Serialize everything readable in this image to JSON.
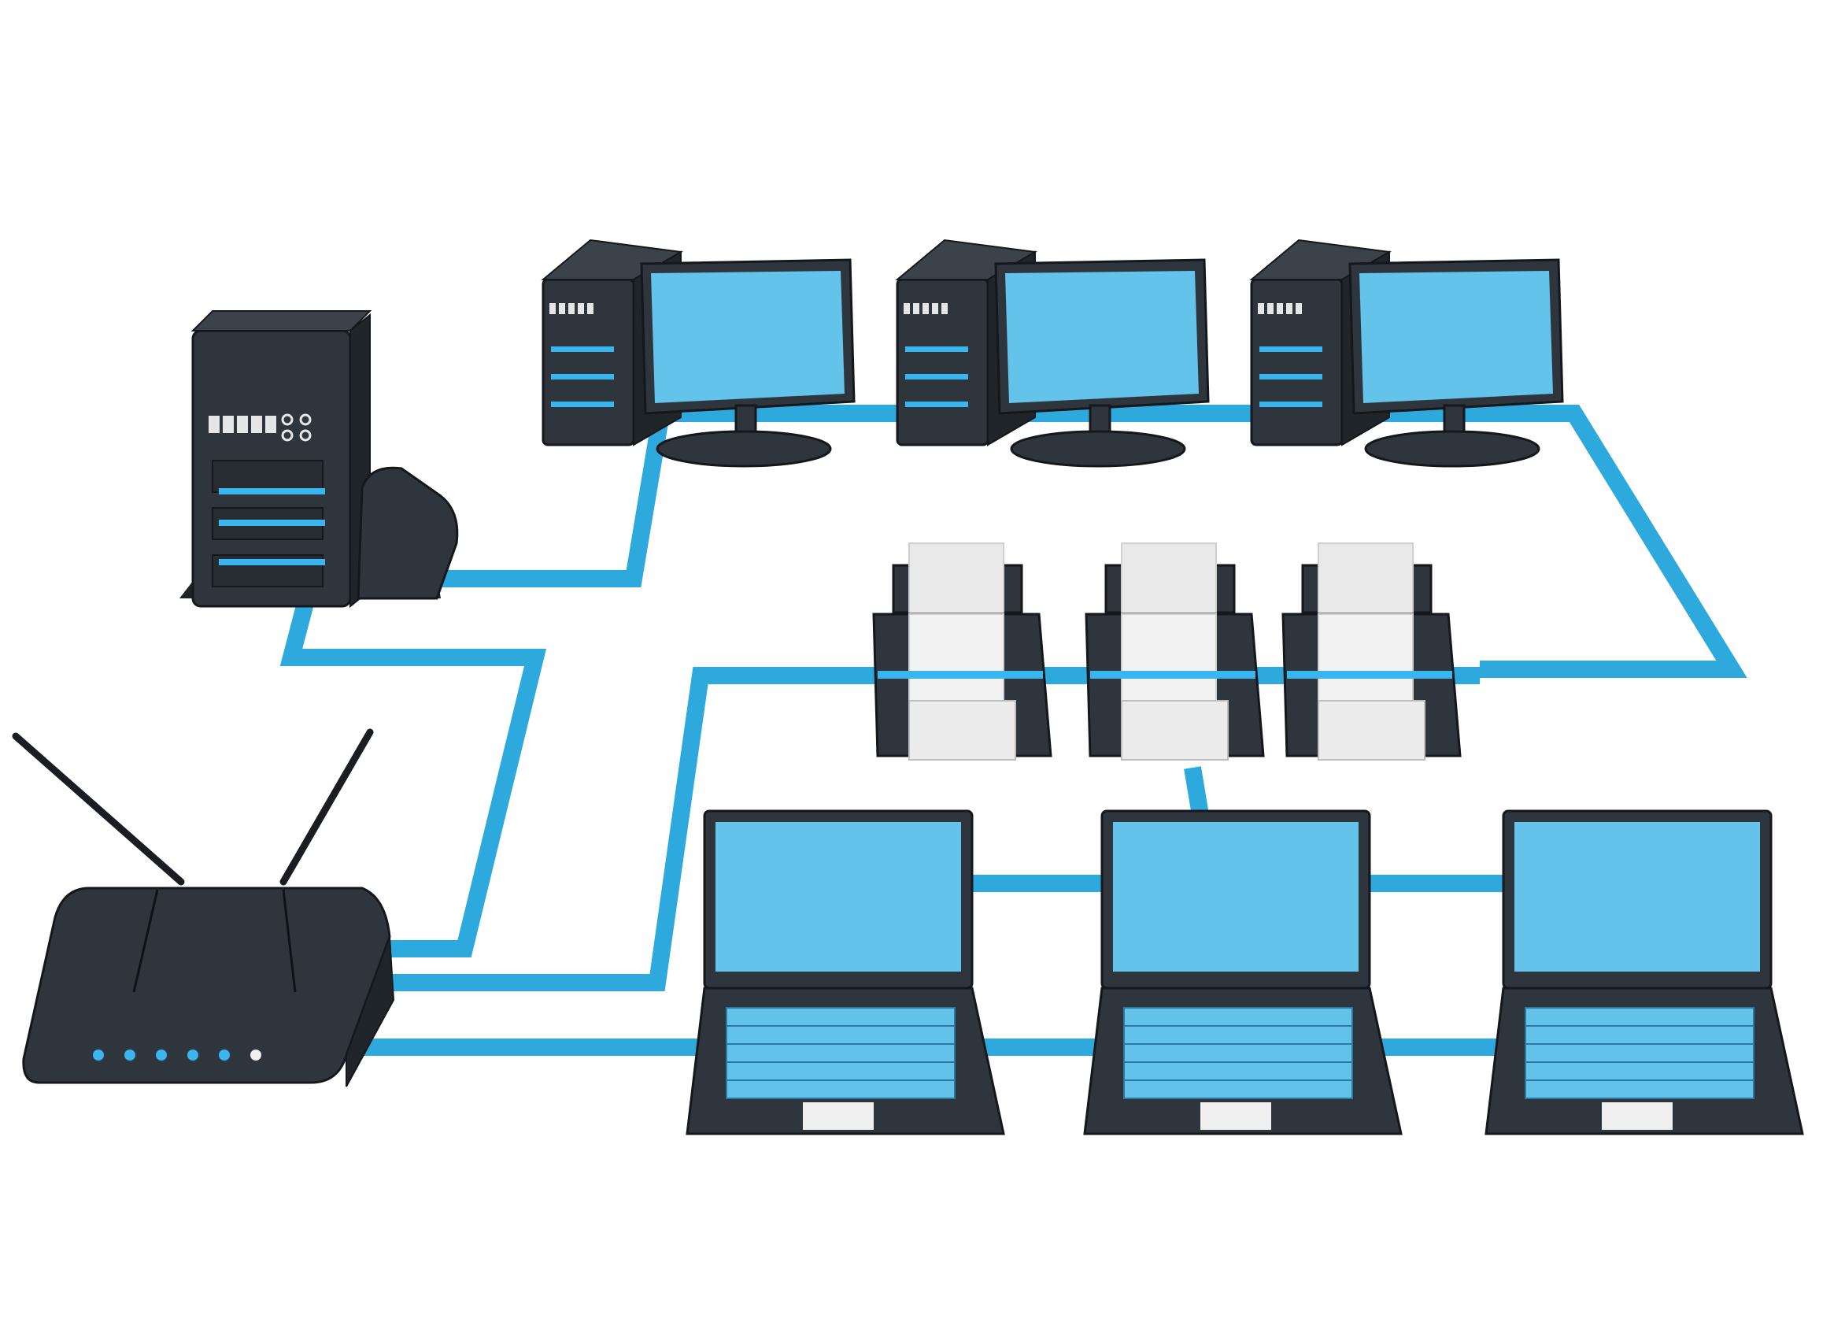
{
  "diagram": {
    "kind": "network-topology",
    "labels": [],
    "devices": {
      "router": {
        "icon": "router-icon",
        "antennas": 2,
        "leds": 6
      },
      "server": {
        "icon": "server-tower-icon"
      },
      "workstations": [
        {
          "icon": "desktop-computer-icon"
        },
        {
          "icon": "desktop-computer-icon"
        },
        {
          "icon": "desktop-computer-icon"
        }
      ],
      "printers": [
        {
          "icon": "printer-icon"
        },
        {
          "icon": "printer-icon"
        },
        {
          "icon": "printer-icon"
        }
      ],
      "laptops": [
        {
          "icon": "laptop-icon"
        },
        {
          "icon": "laptop-icon"
        },
        {
          "icon": "laptop-icon"
        }
      ]
    },
    "links": [
      {
        "from": "router",
        "to": "server"
      },
      {
        "from": "server",
        "to": "workstations"
      },
      {
        "from": "workstations",
        "to": "printers"
      },
      {
        "from": "router",
        "to": "printers"
      },
      {
        "from": "router",
        "to": "laptops"
      },
      {
        "from": "printers",
        "to": "laptops"
      },
      {
        "from": "laptops",
        "to": "laptops"
      }
    ]
  },
  "colors": {
    "cable": "#2ea9de",
    "cable_dark": "#1c86b5",
    "device_body": "#2f353c",
    "device_edge": "#14181c",
    "screen": "#63c3ea",
    "screen_dark": "#3aa6d2",
    "paper": "#f2f2f2",
    "led": "#39b6f0",
    "background": "#ffffff"
  }
}
